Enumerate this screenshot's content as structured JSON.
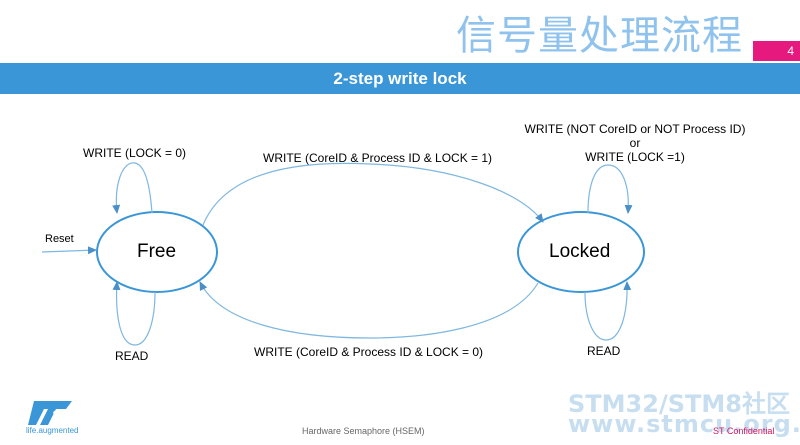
{
  "header": {
    "title": "信号量处理流程",
    "page_number": "4",
    "banner": "2-step write lock"
  },
  "diagram": {
    "states": {
      "free": "Free",
      "locked": "Locked"
    },
    "labels": {
      "free_loop_top": "WRITE (LOCK = 0)",
      "reset": "Reset",
      "free_loop_bottom": "READ",
      "free_to_locked": "WRITE (CoreID & Process ID & LOCK = 1)",
      "locked_to_free": "WRITE (CoreID & Process ID & LOCK = 0)",
      "locked_loop_top_line1": "WRITE (NOT CoreID or NOT  Process ID)",
      "locked_loop_top_line2": "or",
      "locked_loop_top_line3": "WRITE (LOCK =1)",
      "locked_loop_bottom": "READ"
    }
  },
  "footer": {
    "center": "Hardware Semaphore (HSEM)",
    "confidential": "ST Confidential",
    "logo_text": "ST",
    "tagline": "life.augmented",
    "watermark_line1": "STM32/STM8社区",
    "watermark_line2": "www.stmcu.org.cn"
  },
  "colors": {
    "banner": "#3a96d6",
    "title": "#8fc3ee",
    "state_border": "#3a96d6",
    "arrow": "#7fb7e0",
    "page_tag": "#e5197e"
  }
}
